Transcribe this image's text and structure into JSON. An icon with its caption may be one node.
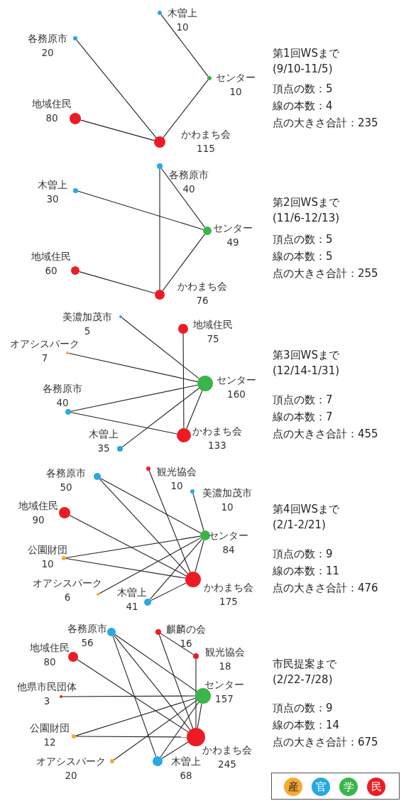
{
  "diagram": {
    "nodes": [
      {
        "text": [
          "木曽上",
          "10"
        ]
      },
      {
        "text": [
          "各務原市",
          "20"
        ]
      },
      {
        "text": [
          "センター",
          "10"
        ]
      },
      {
        "text": [
          "地域住民",
          "80"
        ]
      },
      {
        "text": [
          "かわまち会",
          "115"
        ]
      },
      {
        "text": [
          "各務原市",
          "40"
        ]
      },
      {
        "text": [
          "木曽上",
          "30"
        ]
      },
      {
        "text": [
          "センター",
          "49"
        ]
      },
      {
        "text": [
          "地域住民",
          "60"
        ]
      },
      {
        "text": [
          "かわまち会",
          "76"
        ]
      },
      {
        "text": [
          "美濃加茂市",
          "5"
        ]
      },
      {
        "text": [
          "地域住民",
          "75"
        ]
      },
      {
        "text": [
          "オアシスパーク",
          "7"
        ]
      },
      {
        "text": [
          "センター",
          "160"
        ]
      },
      {
        "text": [
          "各務原市",
          "40"
        ]
      },
      {
        "text": [
          "かわまち会",
          "133"
        ]
      },
      {
        "text": [
          "木曽上",
          "35"
        ]
      },
      {
        "text": [
          "各務原市",
          "50"
        ]
      },
      {
        "text": [
          "観光協会",
          "10"
        ]
      },
      {
        "text": [
          "美濃加茂市",
          "10"
        ]
      },
      {
        "text": [
          "地域住民",
          "90"
        ]
      },
      {
        "text": [
          "センター",
          "84"
        ]
      },
      {
        "text": [
          "公園財団",
          "10"
        ]
      },
      {
        "text": [
          "かわまち会",
          "175"
        ]
      },
      {
        "text": [
          "オアシスパーク",
          "6"
        ]
      },
      {
        "text": [
          "木曽上",
          "41"
        ]
      },
      {
        "text": [
          "各務原市",
          "56"
        ]
      },
      {
        "text": [
          "麒麟の会",
          "16"
        ]
      },
      {
        "text": [
          "地域住民",
          "80"
        ]
      },
      {
        "text": [
          "観光協会",
          "18"
        ]
      },
      {
        "text": [
          "他県市民団体",
          "3"
        ]
      },
      {
        "text": [
          "センター",
          "157"
        ]
      },
      {
        "text": [
          "公園財団",
          "12"
        ]
      },
      {
        "text": [
          "かわまち会",
          "245"
        ]
      },
      {
        "text": [
          "オアシスパーク",
          "20"
        ]
      },
      {
        "text": [
          "木曽上",
          "68"
        ]
      }
    ],
    "edges": [
      {
        "from": 0,
        "to": 2,
        "arrow": "none"
      },
      {
        "from": 1,
        "to": 4,
        "arrow": "none"
      },
      {
        "from": 3,
        "to": 4,
        "arrow": "none"
      },
      {
        "from": 2,
        "to": 4,
        "arrow": "none"
      },
      {
        "from": 5,
        "to": 9,
        "arrow": "none"
      },
      {
        "from": 5,
        "to": 7,
        "arrow": "none"
      },
      {
        "from": 6,
        "to": 7,
        "arrow": "none"
      },
      {
        "from": 8,
        "to": 9,
        "arrow": "none"
      },
      {
        "from": 7,
        "to": 9,
        "arrow": "none"
      },
      {
        "from": 10,
        "to": 13,
        "arrow": "none"
      },
      {
        "from": 11,
        "to": 15,
        "arrow": "none"
      },
      {
        "from": 12,
        "to": 13,
        "arrow": "none"
      },
      {
        "from": 14,
        "to": 13,
        "arrow": "none"
      },
      {
        "from": 14,
        "to": 15,
        "arrow": "none"
      },
      {
        "from": 16,
        "to": 13,
        "arrow": "none"
      },
      {
        "from": 13,
        "to": 15,
        "arrow": "none"
      },
      {
        "from": 17,
        "to": 21,
        "arrow": "none"
      },
      {
        "from": 17,
        "to": 23,
        "arrow": "none"
      },
      {
        "from": 18,
        "to": 23,
        "arrow": "none"
      },
      {
        "from": 19,
        "to": 21,
        "arrow": "none"
      },
      {
        "from": 20,
        "to": 23,
        "arrow": "none"
      },
      {
        "from": 22,
        "to": 21,
        "arrow": "none"
      },
      {
        "from": 22,
        "to": 23,
        "arrow": "none"
      },
      {
        "from": 24,
        "to": 21,
        "arrow": "none"
      },
      {
        "from": 25,
        "to": 21,
        "arrow": "none"
      },
      {
        "from": 25,
        "to": 23,
        "arrow": "none"
      },
      {
        "from": 21,
        "to": 23,
        "arrow": "none"
      },
      {
        "from": 26,
        "to": 31,
        "arrow": "none"
      },
      {
        "from": 26,
        "to": 33,
        "arrow": "none"
      },
      {
        "from": 26,
        "to": 35,
        "arrow": "none"
      },
      {
        "from": 27,
        "to": 29,
        "arrow": "none"
      },
      {
        "from": 27,
        "to": 33,
        "arrow": "none"
      },
      {
        "from": 28,
        "to": 33,
        "arrow": "none"
      },
      {
        "from": 29,
        "to": 33,
        "arrow": "none"
      },
      {
        "from": 30,
        "to": 31,
        "arrow": "none"
      },
      {
        "from": 32,
        "to": 31,
        "arrow": "none"
      },
      {
        "from": 32,
        "to": 33,
        "arrow": "none"
      },
      {
        "from": 34,
        "to": 31,
        "arrow": "none"
      },
      {
        "from": 35,
        "to": 31,
        "arrow": "none"
      },
      {
        "from": 35,
        "to": 33,
        "arrow": "none"
      },
      {
        "from": 31,
        "to": 33,
        "arrow": "none"
      }
    ],
    "labels": [
      "第1回WSまで",
      "(9/10-11/5)",
      "頂点の数：5",
      "線の本数：4",
      "点の大きさ合計：235",
      "第2回WSまで",
      "(11/6-12/13)",
      "頂点の数：5",
      "線の本数：5",
      "点の大きさ合計：255",
      "第3回WSまで",
      "(12/14-1/31)",
      "頂点の数：7",
      "線の本数：7",
      "点の大きさ合計：455",
      "第4回WSまで",
      "(2/1-2/21)",
      "頂点の数：9",
      "線の本数：11",
      "点の大きさ合計：476",
      "市民提案まで",
      "(2/22-7/28)",
      "頂点の数：9",
      "線の本数：14",
      "点の大きさ合計：675"
    ],
    "legend": [
      {
        "text": "産",
        "color": "#f9a832"
      },
      {
        "text": "官",
        "color": "#27a9e1"
      },
      {
        "text": "学",
        "color": "#39b54a"
      },
      {
        "text": "民",
        "color": "#ed1c24"
      }
    ]
  }
}
